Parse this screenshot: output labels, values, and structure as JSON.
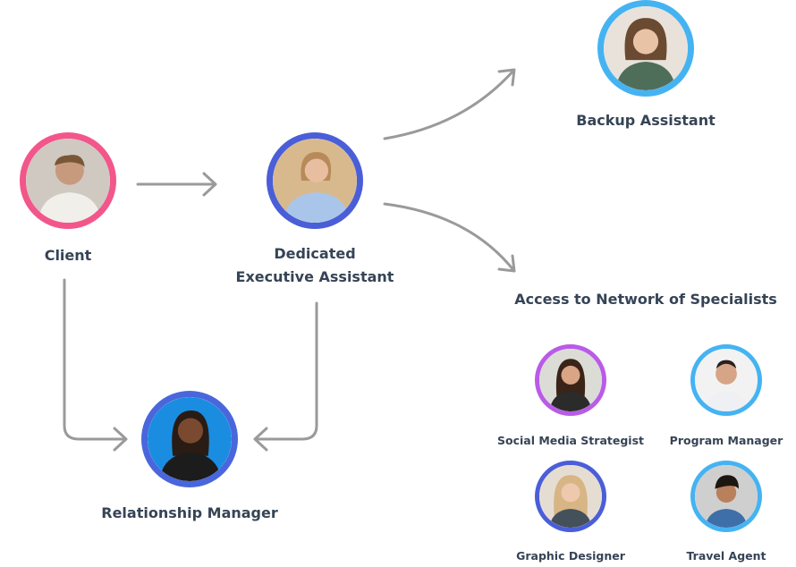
{
  "nodes": {
    "client": {
      "label": "Client",
      "ring": "#f2568a"
    },
    "assistant": {
      "label_line1": "Dedicated",
      "label_line2": "Executive Assistant",
      "ring": "#4a5ed8"
    },
    "backup": {
      "label": "Backup Assistant",
      "ring": "#45b3f2"
    },
    "relationship": {
      "label": "Relationship Manager",
      "ring": "#4a66dc"
    },
    "network_heading": "Access to Network of Specialists",
    "specialists": [
      {
        "label": "Social Media Strategist",
        "ring": "#b95be8"
      },
      {
        "label": "Program Manager",
        "ring": "#45b3f2"
      },
      {
        "label": "Graphic Designer",
        "ring": "#4a5ed8"
      },
      {
        "label": "Travel Agent",
        "ring": "#45b3f2"
      }
    ]
  },
  "colors": {
    "text": "#364456",
    "arrow": "#9a9a9a"
  }
}
